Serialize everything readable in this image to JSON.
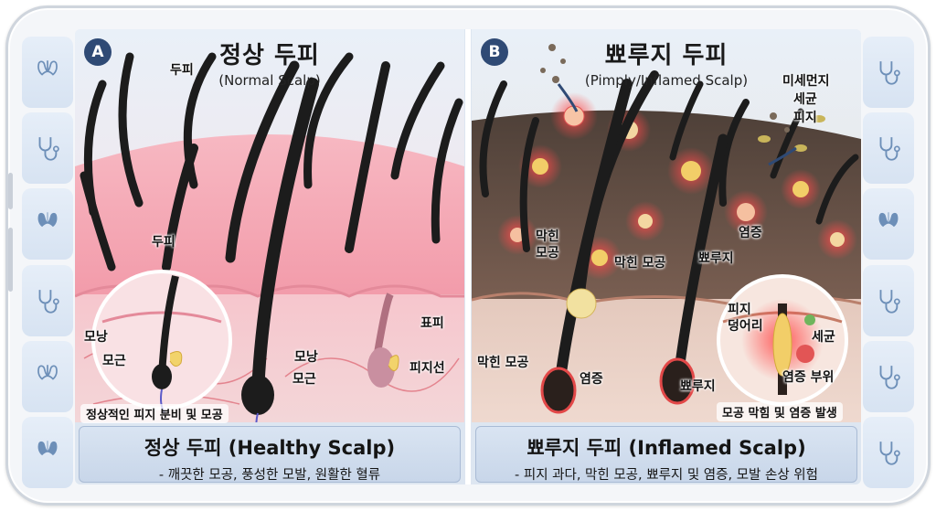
{
  "left_panel": {
    "badge": "A",
    "title": "정상 두피",
    "subtitle": "(Normal Scalp)",
    "labels": {
      "hair_top": "두피",
      "scalp_mid": "두피",
      "moang_inset": "모낭",
      "mogeun_inset": "모근",
      "moang_main": "모낭",
      "mogeun_main": "모근",
      "epidermis": "표피",
      "sebaceous": "피지선"
    },
    "inset_caption": "정상적인 피지 분비 및 모공",
    "footer_title": "정상 두피 (Healthy Scalp)",
    "footer_desc": "- 깨끗한 모공, 풍성한 모발, 원활한 혈류"
  },
  "right_panel": {
    "badge": "B",
    "title": "뾰루지 두피",
    "subtitle": "(Pimply/Inflamed Scalp)",
    "labels": {
      "dust": "미세먼지",
      "bacteria": "세균",
      "sebum": "피지",
      "inflammation_top": "염증",
      "clogged_pore_1": "막힌\n모공",
      "clogged_pore_2": "막힌 모공",
      "pimple_top": "뾰루지",
      "clogged_pore_3": "막힌 모공",
      "inflammation_mid": "염증",
      "pimple_bottom": "뾰루지",
      "sebum_clump": "피지\n덩어리",
      "bacteria_inset": "세균",
      "swelling": "염증 부위"
    },
    "inset_caption": "모공 막힘 및 염증 발생",
    "footer_title": "뾰루지 두피 (Inflamed Scalp)",
    "footer_desc": "- 피지 과다, 막힌 모공, 뾰루지 및 염증, 모발 손상 위험"
  },
  "rail_icons": {
    "left": [
      "lungs-icon",
      "stethoscope-icon",
      "lungs-icon",
      "stethoscope-icon",
      "lungs-icon",
      "lungs-icon"
    ],
    "right": [
      "stethoscope-icon",
      "stethoscope-icon",
      "lungs-icon",
      "stethoscope-icon",
      "stethoscope-icon",
      "stethoscope-icon"
    ]
  },
  "colors": {
    "badge": "#2f4a75",
    "healthy_scalp": "#f4a6b4",
    "inflamed_scalp": "#5a4a42",
    "inflammation": "#e23b3b",
    "footer_bg": "#d2deee"
  }
}
